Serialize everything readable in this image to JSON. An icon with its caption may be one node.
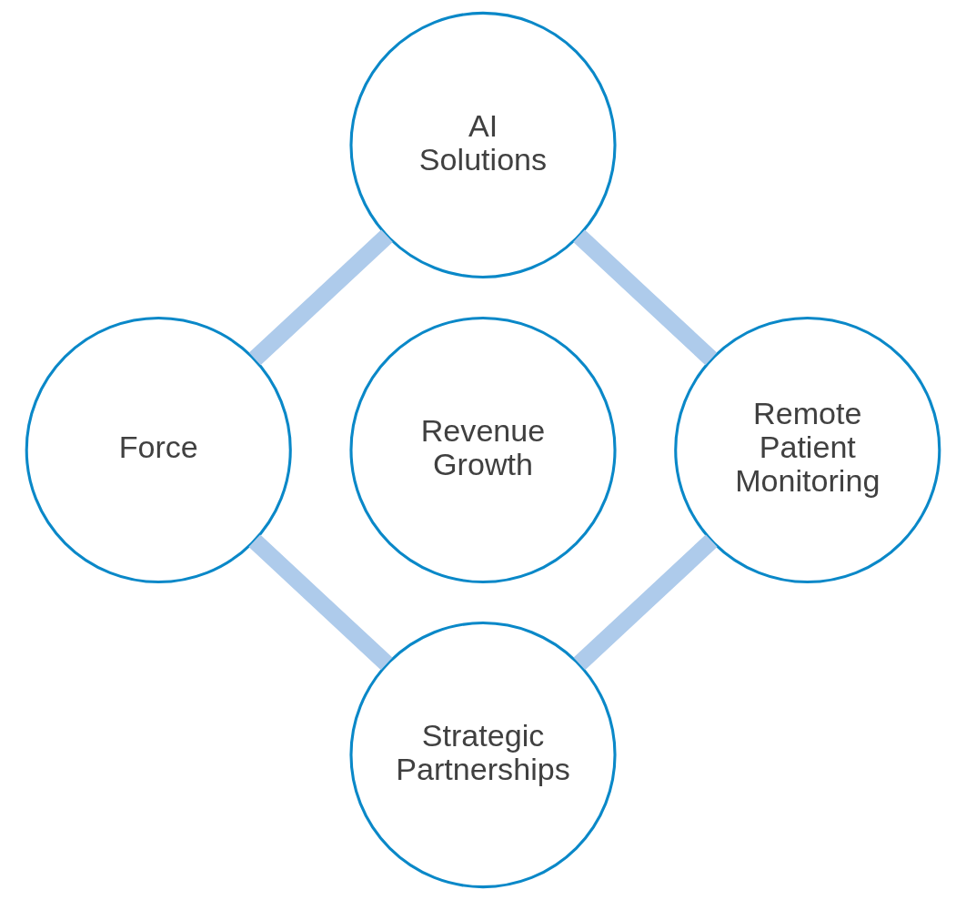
{
  "diagram": {
    "nodes": [
      {
        "text": [
          "AI Solutions"
        ]
      },
      {
        "text": [
          "Force"
        ]
      },
      {
        "text": [
          "Revenue Growth"
        ]
      },
      {
        "text": [
          "Remote Patient Monitoring"
        ]
      },
      {
        "text": [
          "Strategic Partnerships"
        ]
      }
    ],
    "edges": [
      {
        "from": 0,
        "to": 3,
        "arrow": "none"
      },
      {
        "from": 3,
        "to": 4,
        "arrow": "none"
      },
      {
        "from": 4,
        "to": 1,
        "arrow": "none"
      },
      {
        "from": 1,
        "to": 0,
        "arrow": "none"
      }
    ]
  }
}
